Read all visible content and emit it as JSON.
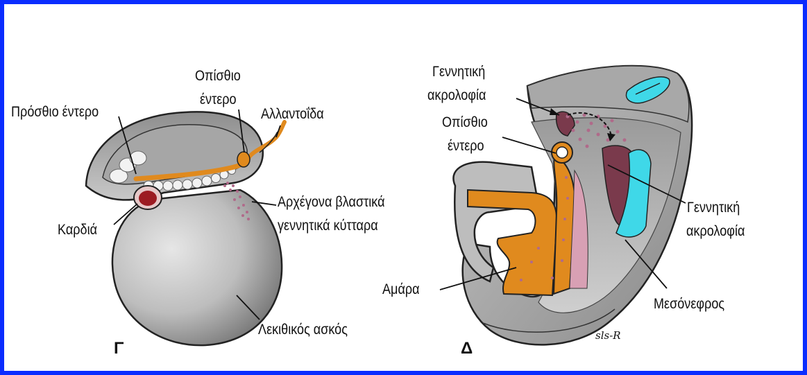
{
  "panels": {
    "left": {
      "letter": "Γ",
      "labels": {
        "hindgut_line1": "Οπίσθιο",
        "hindgut_line2": "έντερο",
        "allantois": "Αλλαντοΐδα",
        "foregut": "Πρόσθιο έντερο",
        "heart": "Καρδιά",
        "germ_cells_line1": "Αρχέγονα βλαστικά",
        "germ_cells_line2": "γεννητικά κύτταρα",
        "yolk_sac": "Λεκιθικός ασκός"
      }
    },
    "right": {
      "letter": "Δ",
      "labels": {
        "genital_ridge_top_line1": "Γεννητική",
        "genital_ridge_top_line2": "ακρολοφία",
        "hindgut_line1": "Οπίσθιο",
        "hindgut_line2": "έντερο",
        "genital_ridge_right_line1": "Γεννητική",
        "genital_ridge_right_line2": "ακρολοφία",
        "cloaca": "Αμάρα",
        "mesonephros": "Μεσόνεφρος",
        "signature": "sls-R"
      }
    }
  },
  "colors": {
    "border": "#0a2cff",
    "embryo_gray": "#b9b9b9",
    "gut_orange": "#e08a1e",
    "heart_red": "#9c1b22",
    "germ_cells": "#b06a8a",
    "mesonephros_cyan": "#3fd8e8",
    "genital_ridge_maroon": "#7a3a4c"
  }
}
